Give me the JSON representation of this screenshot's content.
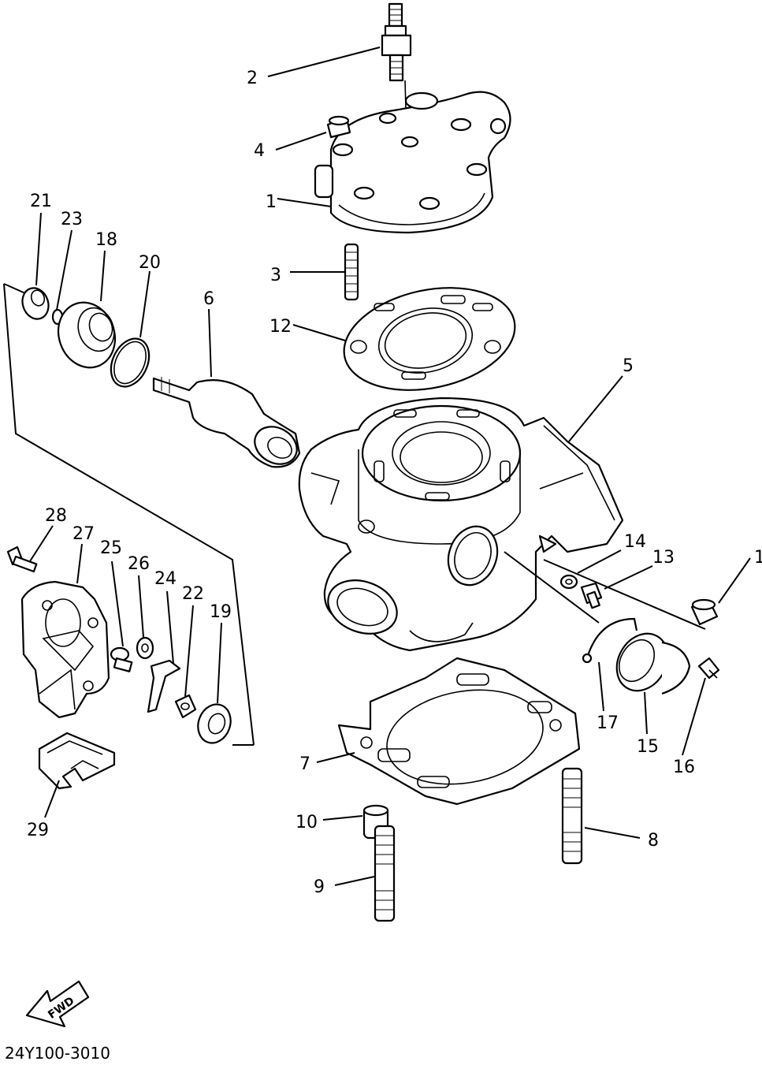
{
  "diagram": {
    "part_labels": [
      {
        "id": "label-21",
        "text": "21"
      },
      {
        "id": "label-23",
        "text": "23"
      },
      {
        "id": "label-18",
        "text": "18"
      },
      {
        "id": "label-20",
        "text": "20"
      },
      {
        "id": "label-6",
        "text": "6"
      },
      {
        "id": "label-2",
        "text": "2"
      },
      {
        "id": "label-4",
        "text": "4"
      },
      {
        "id": "label-1-top",
        "text": "1"
      },
      {
        "id": "label-3",
        "text": "3"
      },
      {
        "id": "label-12",
        "text": "12"
      },
      {
        "id": "label-5",
        "text": "5"
      },
      {
        "id": "label-14",
        "text": "14"
      },
      {
        "id": "label-13",
        "text": "13"
      },
      {
        "id": "label-1-right",
        "text": "1"
      },
      {
        "id": "label-28",
        "text": "28"
      },
      {
        "id": "label-27",
        "text": "27"
      },
      {
        "id": "label-25",
        "text": "25"
      },
      {
        "id": "label-26",
        "text": "26"
      },
      {
        "id": "label-24",
        "text": "24"
      },
      {
        "id": "label-22",
        "text": "22"
      },
      {
        "id": "label-19",
        "text": "19"
      },
      {
        "id": "label-17",
        "text": "17"
      },
      {
        "id": "label-15",
        "text": "15"
      },
      {
        "id": "label-16",
        "text": "16"
      },
      {
        "id": "label-7",
        "text": "7"
      },
      {
        "id": "label-8",
        "text": "8"
      },
      {
        "id": "label-10",
        "text": "10"
      },
      {
        "id": "label-9",
        "text": "9"
      },
      {
        "id": "label-29",
        "text": "29"
      }
    ],
    "fwd_text": "FWD",
    "drawing_code": "24Y100-3010"
  }
}
